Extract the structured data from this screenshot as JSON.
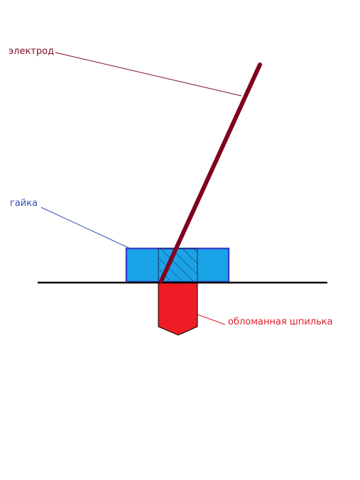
{
  "labels": {
    "electrode": "электрод",
    "nut": "гайка",
    "stud": "обломанная шпилька"
  },
  "colors": {
    "electrode_label": "#7a1020",
    "nut_label": "#3050b0",
    "stud_label": "#e0202a",
    "electrode": "#800020",
    "nut_fill": "#1aa3e6",
    "nut_stroke": "#3344cc",
    "stud_fill": "#ee1c24",
    "ground": "#000000"
  }
}
